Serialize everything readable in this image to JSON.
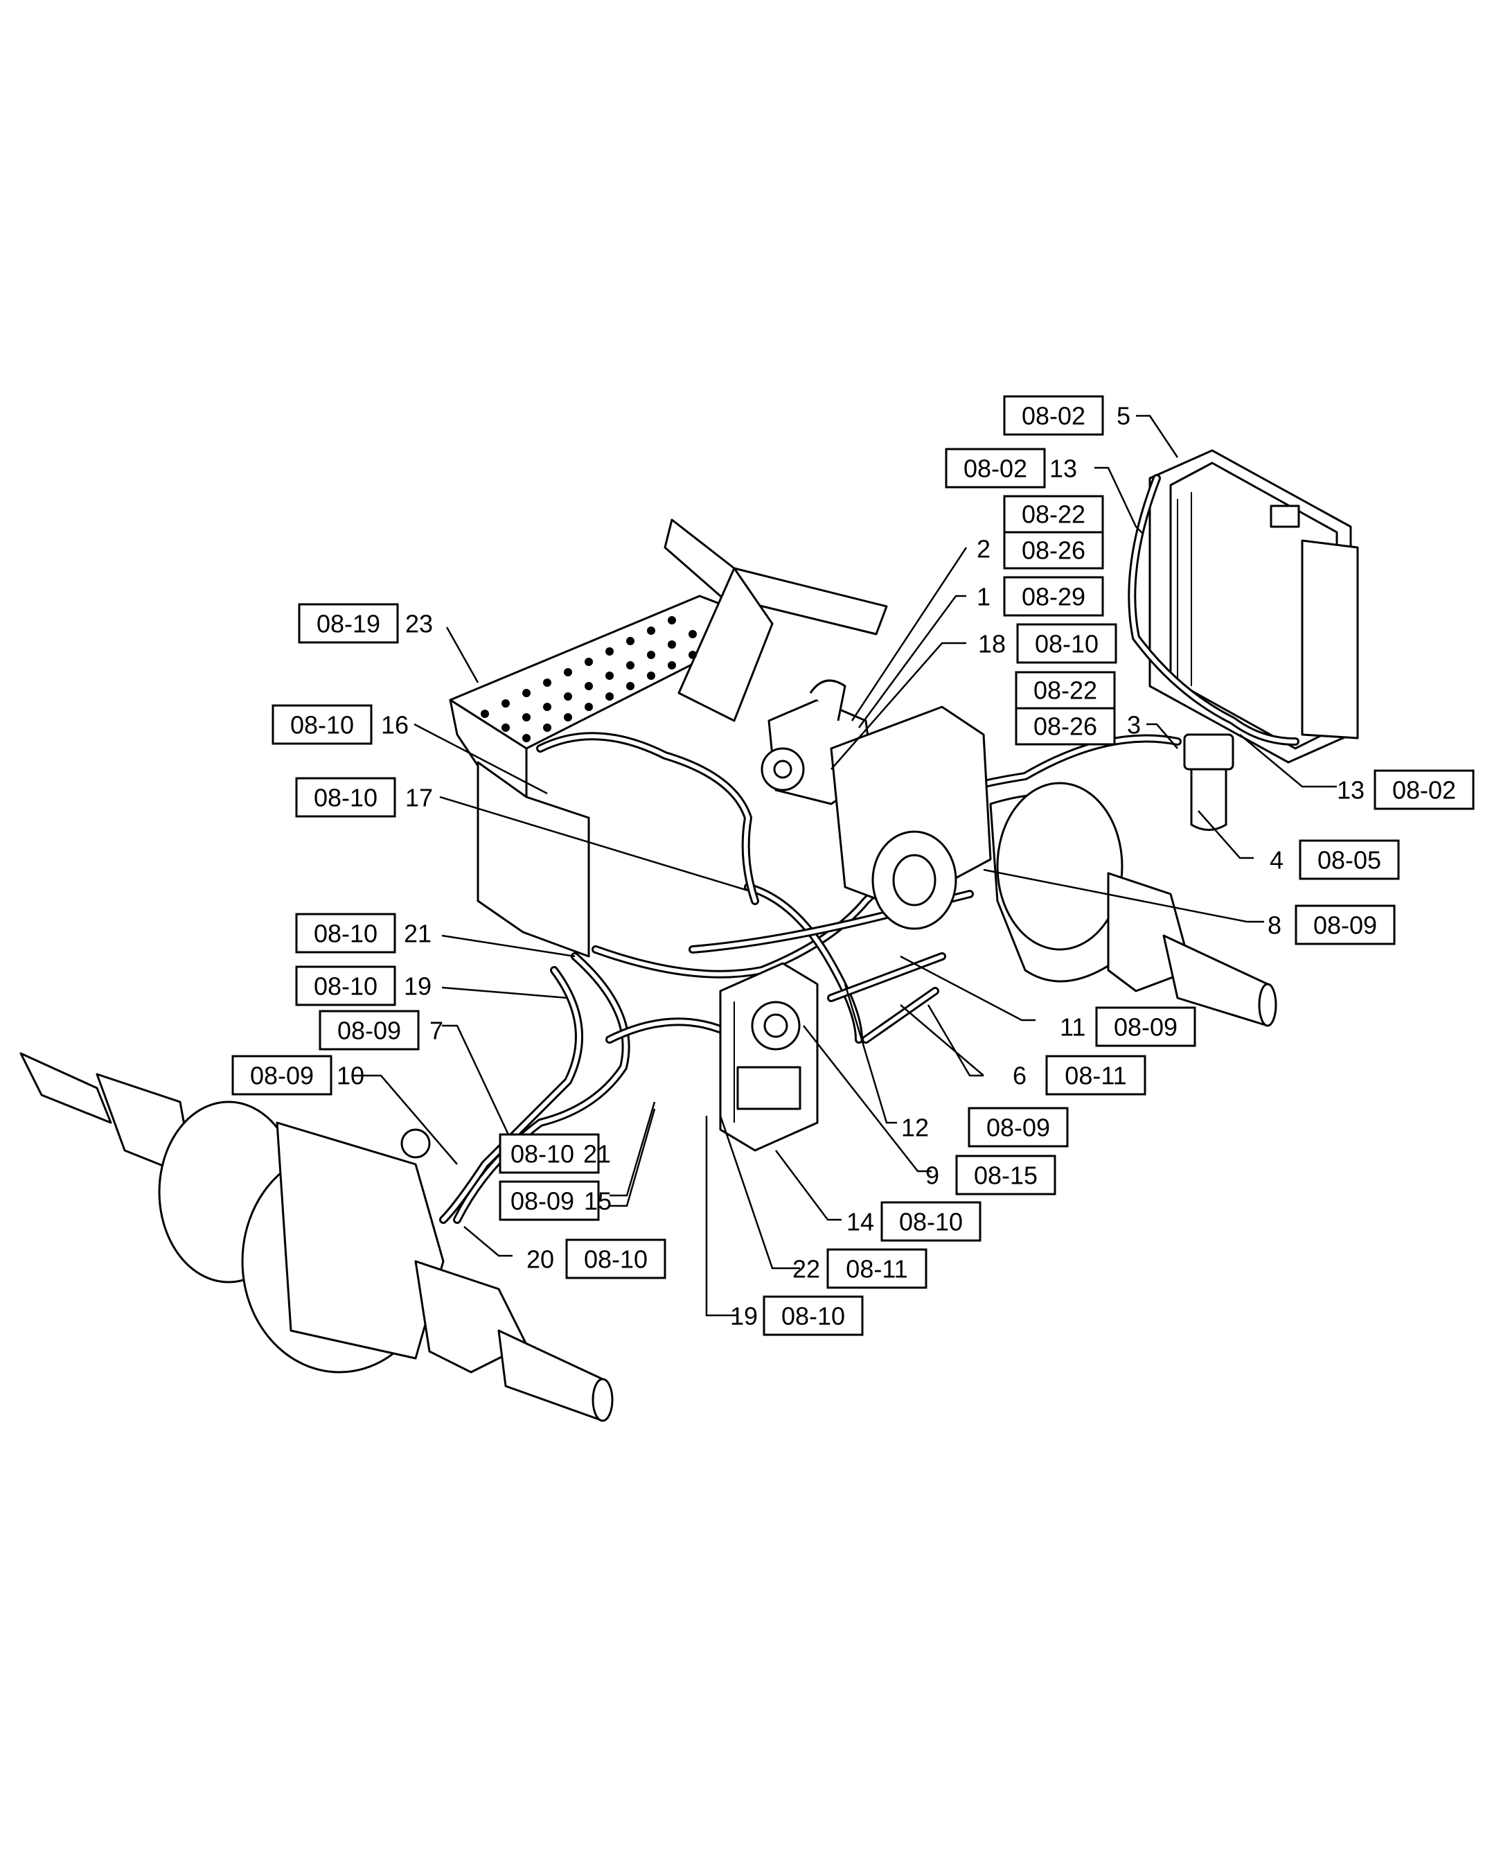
{
  "diagram": {
    "components": [
      {
        "id": "heat-shield",
        "ref": "08-19",
        "num": "23"
      },
      {
        "id": "radiator",
        "ref": "08-02",
        "num": "5"
      },
      {
        "id": "rear-axle-left",
        "ref": "08-09",
        "num": "10"
      },
      {
        "id": "rear-axle-right",
        "ref": "08-09",
        "num": "8"
      },
      {
        "id": "pump",
        "ref": "08-29",
        "num": "1"
      },
      {
        "id": "filter",
        "ref": "08-05",
        "num": "4"
      },
      {
        "id": "valve-block",
        "ref": "08-15",
        "num": "9"
      }
    ],
    "callouts": [
      {
        "num": "5",
        "refs": [
          "08-02"
        ]
      },
      {
        "num": "13",
        "refs": [
          "08-02"
        ]
      },
      {
        "num": "2",
        "refs": [
          "08-22",
          "08-26"
        ]
      },
      {
        "num": "1",
        "refs": [
          "08-29"
        ]
      },
      {
        "num": "18",
        "refs": [
          "08-10"
        ]
      },
      {
        "num": "3",
        "refs": [
          "08-22",
          "08-26"
        ]
      },
      {
        "num": "23",
        "refs": [
          "08-19"
        ]
      },
      {
        "num": "16",
        "refs": [
          "08-10"
        ]
      },
      {
        "num": "17",
        "refs": [
          "08-10"
        ]
      },
      {
        "num": "13",
        "refs": [
          "08-02"
        ]
      },
      {
        "num": "4",
        "refs": [
          "08-05"
        ]
      },
      {
        "num": "8",
        "refs": [
          "08-09"
        ]
      },
      {
        "num": "21",
        "refs": [
          "08-10"
        ]
      },
      {
        "num": "19",
        "refs": [
          "08-10"
        ]
      },
      {
        "num": "7",
        "refs": [
          "08-09"
        ]
      },
      {
        "num": "11",
        "refs": [
          "08-09"
        ]
      },
      {
        "num": "6",
        "refs": [
          "08-11"
        ]
      },
      {
        "num": "10",
        "refs": [
          "08-09"
        ]
      },
      {
        "num": "12",
        "refs": [
          "08-09"
        ]
      },
      {
        "num": "21",
        "refs": [
          "08-10"
        ]
      },
      {
        "num": "9",
        "refs": [
          "08-15"
        ]
      },
      {
        "num": "15",
        "refs": [
          "08-09"
        ]
      },
      {
        "num": "14",
        "refs": [
          "08-10"
        ]
      },
      {
        "num": "20",
        "refs": [
          "08-10"
        ]
      },
      {
        "num": "22",
        "refs": [
          "08-11"
        ]
      },
      {
        "num": "19",
        "refs": [
          "08-10"
        ]
      }
    ]
  }
}
